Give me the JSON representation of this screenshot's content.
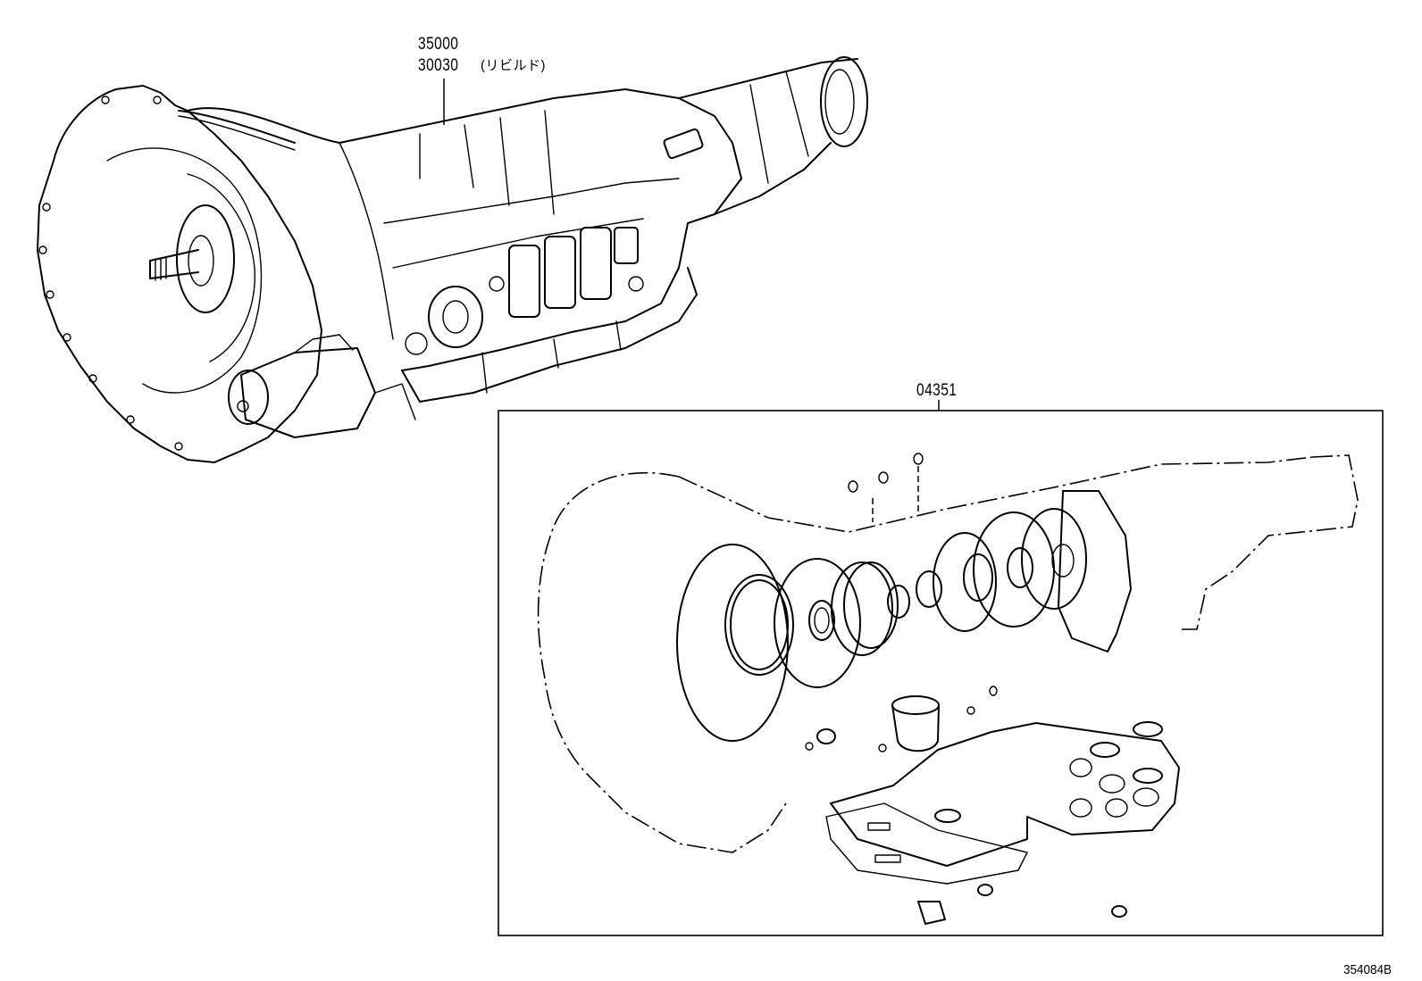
{
  "labels": {
    "transmission_assembly_part_no": "35000",
    "rebuilt_part_no": "30030",
    "rebuilt_note": "(リビルド)",
    "gasket_kit_part_no": "04351",
    "illustration_ref": "354084B"
  },
  "icons": {
    "transmission": "transmission-assembly-drawing",
    "gasket_kit": "overhaul-gasket-kit-drawing"
  }
}
